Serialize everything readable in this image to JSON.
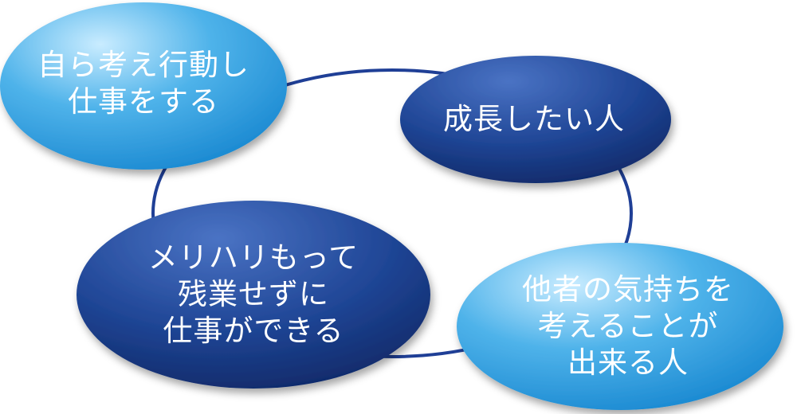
{
  "nodes": [
    {
      "id": "self-directed",
      "lines": [
        "自ら考え行動し",
        "仕事をする"
      ],
      "style": "light"
    },
    {
      "id": "growth",
      "lines": [
        "成長したい人"
      ],
      "style": "dark"
    },
    {
      "id": "work-life",
      "lines": [
        "メリハリもって",
        "残業せずに",
        "仕事ができる"
      ],
      "style": "dark"
    },
    {
      "id": "empathy",
      "lines": [
        "他者の気持ちを",
        "考えることが",
        "出来る人"
      ],
      "style": "light"
    }
  ],
  "colors": {
    "ring": "#1f3f96",
    "light_top": "#b8e3fb",
    "light_bottom": "#1a8fd6",
    "dark_top": "#3b63b8",
    "dark_bottom": "#0f2a6e"
  }
}
